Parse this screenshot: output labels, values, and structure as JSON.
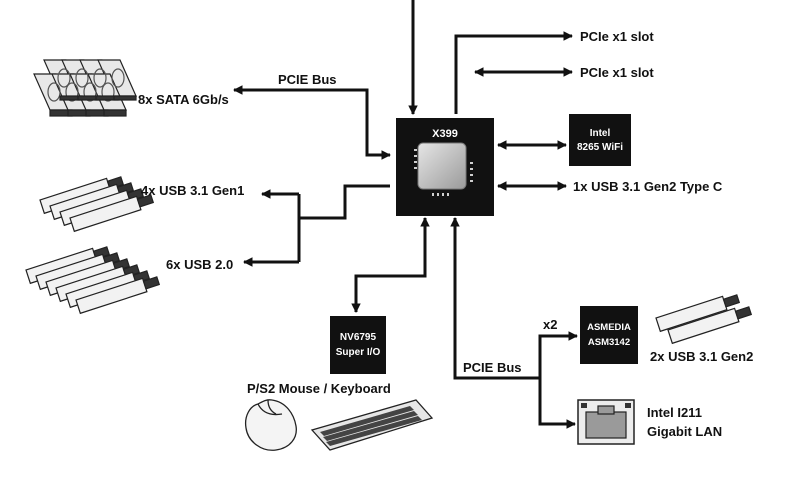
{
  "chipset": {
    "label": "X399"
  },
  "chips": {
    "intel_wifi": {
      "line1": "Intel",
      "line2": "8265 WiFi"
    },
    "nv6795": {
      "line1": "NV6795",
      "line2": "Super I/O"
    },
    "asmedia": {
      "line1": "ASMEDIA",
      "line2": "ASM3142"
    }
  },
  "labels": {
    "pcie_slot_1": "PCIe x1 slot",
    "pcie_slot_2": "PCIe x1 slot",
    "pcie_bus_top": "PCIE Bus",
    "sata": "8x SATA 6Gb/s",
    "usb31_gen1": "4x USB 3.1 Gen1",
    "usb20": "6x USB 2.0",
    "usb31_gen2_typec": "1x USB 3.1 Gen2 Type C",
    "ps2": "P/S2 Mouse / Keyboard",
    "pcie_bus_bottom": "PCIE Bus",
    "x2": "x2",
    "usb31_gen2": "2x USB 3.1 Gen2",
    "lan_line1": "Intel I211",
    "lan_line2": "Gigabit LAN"
  },
  "colors": {
    "chip": "#111111",
    "die": "#b8b8b8",
    "line": "#111111"
  }
}
